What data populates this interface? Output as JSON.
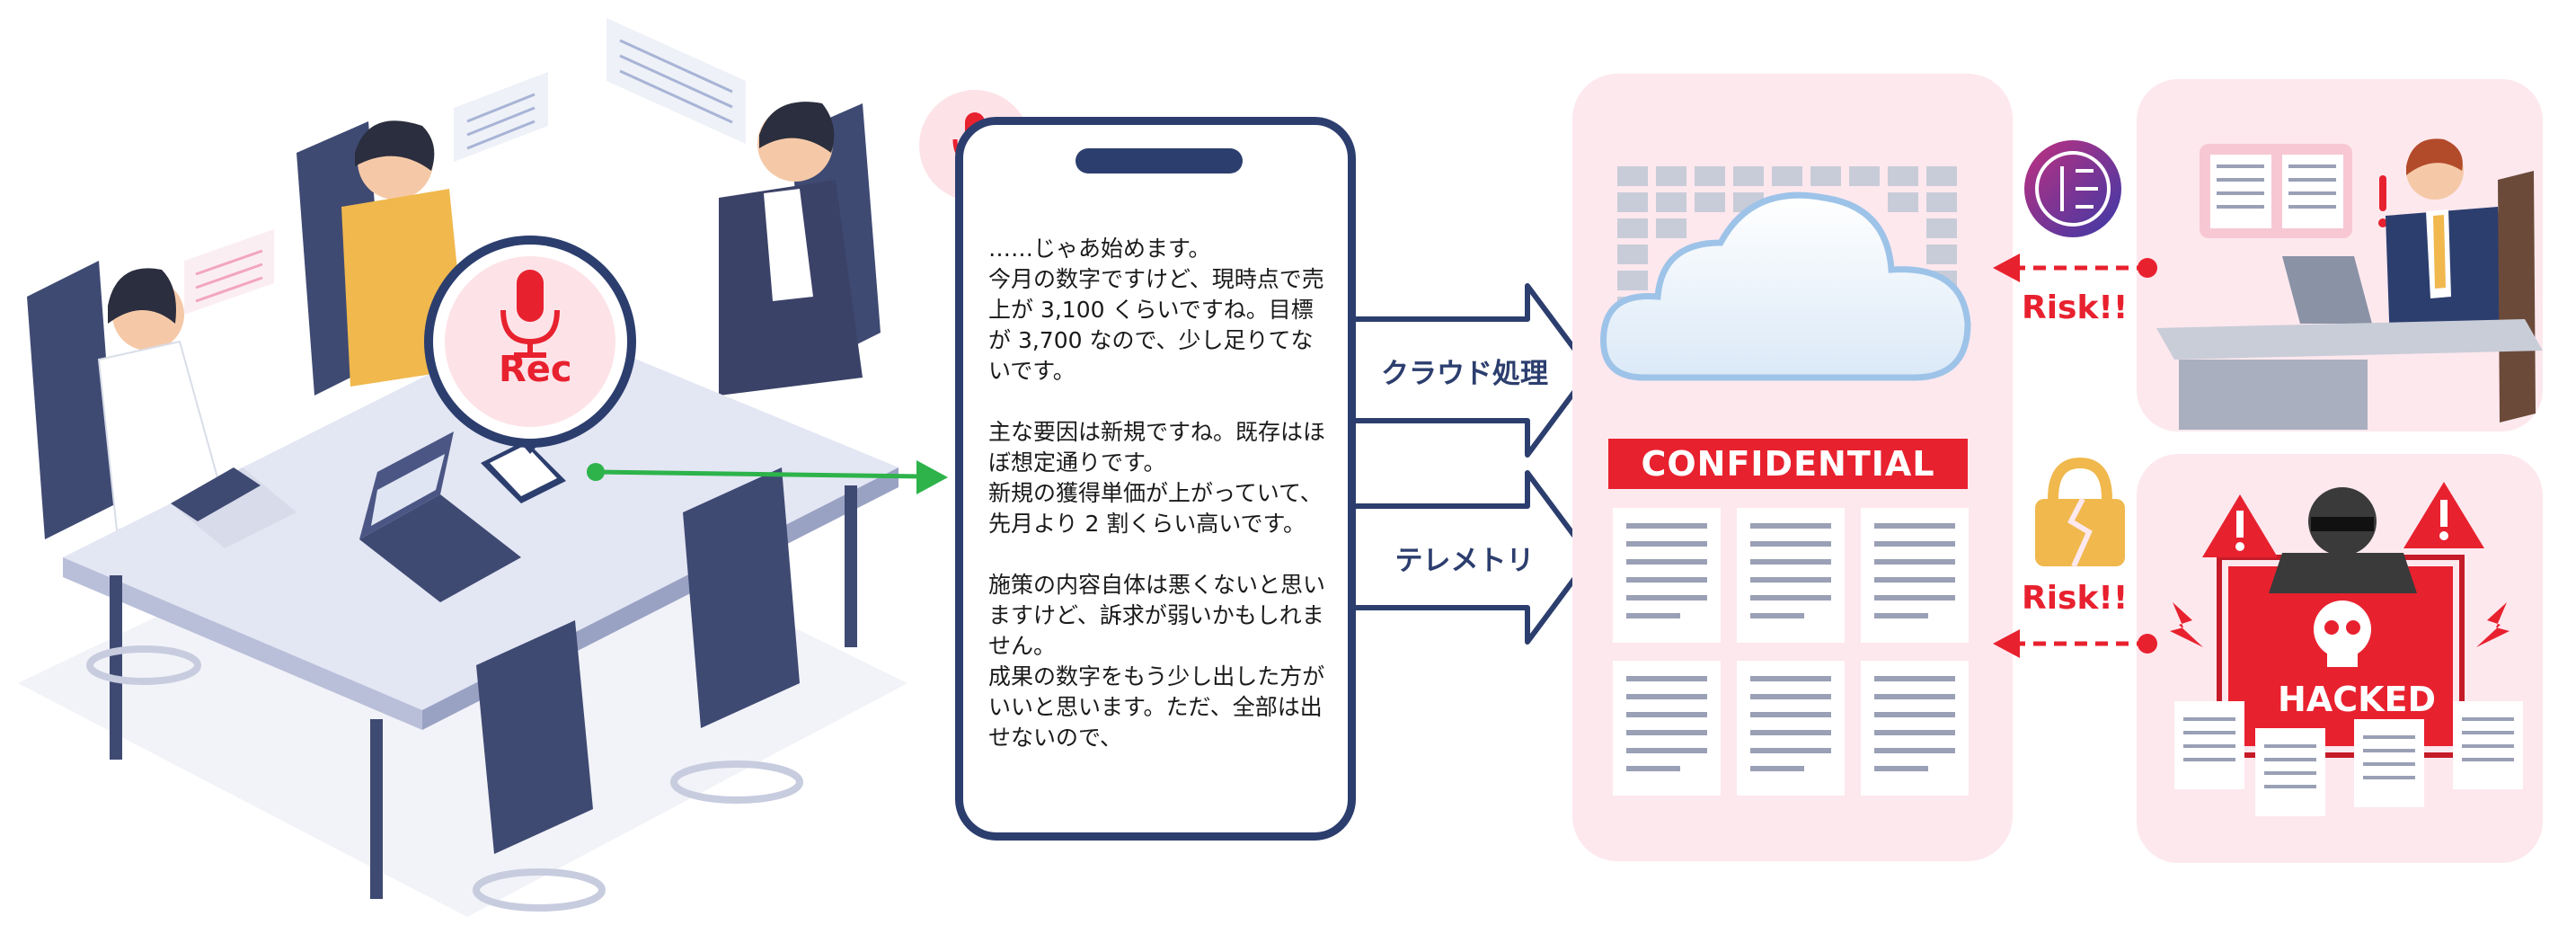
{
  "recorder": {
    "rec_label": "Rec"
  },
  "phone": {
    "transcript": "……じゃあ始めます。\n今月の数字ですけど、現時点で売上が 3,100 くらいですね。目標が 3,700 なので、少し足りてないです。\n\n主な要因は新規ですね。既存はほぼ想定通りです。\n新規の獲得単価が上がっていて、先月より 2 割くらい高いです。\n\n施策の内容自体は悪くないと思いますけど、訴求が弱いかもしれません。\n成果の数字をもう少し出した方がいいと思います。ただ、全部は出せないので、"
  },
  "flows": {
    "cloud_label": "クラウド処理",
    "telemetry_label": "テレメトリ"
  },
  "data_panel": {
    "confidential_label": "CONFIDENTIAL"
  },
  "threats": {
    "risk_top": "Risk!!",
    "risk_bottom": "Risk!!",
    "hacked_label": "HACKED"
  },
  "colors": {
    "navy": "#2c3e6e",
    "red": "#e8212f",
    "pink_panel": "#fde8ee",
    "green_arrow": "#2db34a"
  }
}
